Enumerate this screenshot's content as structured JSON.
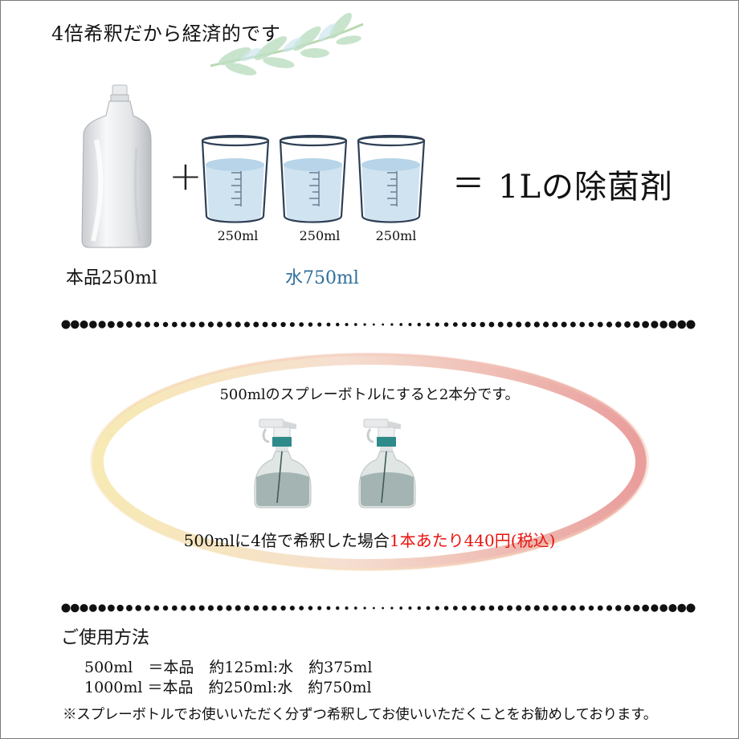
{
  "heading": "4倍希釈だから経済的です",
  "equation": {
    "plus": "+",
    "beaker_labels": [
      "250ml",
      "250ml",
      "250ml"
    ],
    "equals": "＝",
    "result": "1Lの除菌剤",
    "product_label": "本品250ml",
    "water_label": "水750ml"
  },
  "bottle_section": {
    "intro": "500mlのスプレーボトルにすると2本分です。",
    "price_prefix": "500mlに4倍で希釈した場合",
    "price_highlight": "1本あたり440円(税込)"
  },
  "usage": {
    "title": "ご使用方法",
    "rows": [
      "500ml　＝本品　約125ml:水　約375ml",
      "1000ml ＝本品　約250ml:水　約750ml"
    ]
  },
  "note": "※スプレーボトルでお使いいただく分ずつ希釈してお使いいただくことをお勧めしております。",
  "colors": {
    "accent_red": "#e8120c",
    "water_blue": "#2f6f9a",
    "beaker_water": "#cfe3f0",
    "bottle_teal": "#2f8a8a"
  }
}
